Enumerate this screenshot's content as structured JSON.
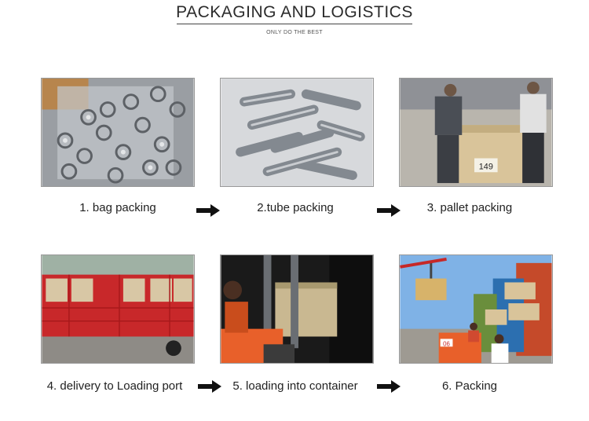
{
  "header": {
    "title": "PACKAGING AND LOGISTICS",
    "subtitle": "ONLY DO THE BEST"
  },
  "steps": [
    {
      "label": "1. bag packing"
    },
    {
      "label": "2.tube packing"
    },
    {
      "label": "3. pallet packing"
    },
    {
      "label": "4. delivery to Loading port"
    },
    {
      "label": "5. loading into container"
    },
    {
      "label": "6. Packing"
    }
  ],
  "pallet_label": "149",
  "forklift_number": "06",
  "colors": {
    "arrow": "#111111",
    "truck_red": "#c8282a",
    "forklift_orange": "#e8602a",
    "sky": "#7fb2e6"
  }
}
